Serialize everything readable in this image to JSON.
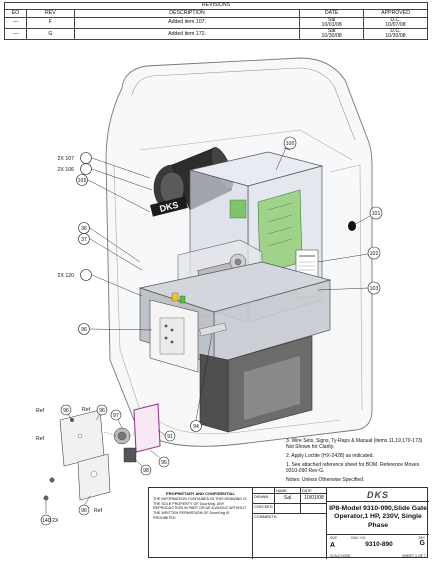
{
  "revisions": {
    "title": "REVISIONS",
    "headers": [
      "EO",
      "REV",
      "DESCRIPTION",
      "DATE",
      "APPROVED"
    ],
    "rows": [
      {
        "eo": "—",
        "rev": "F",
        "description": "Added item 107.",
        "date_by": "Sal",
        "date": "10/01/08",
        "approved": "D.C.",
        "approved_date": "10/07/08"
      },
      {
        "eo": "—",
        "rev": "G",
        "description": "Added item 172.",
        "date_by": "Sal",
        "date": "10/30/08",
        "approved": "D.C.",
        "approved_date": "10/30/08"
      }
    ]
  },
  "logo_text": "DKS",
  "callouts": [
    {
      "id": "c100",
      "label": "100"
    },
    {
      "id": "c107",
      "label": "2X 107"
    },
    {
      "id": "c106",
      "label": "2X 106"
    },
    {
      "id": "c105",
      "label": "105"
    },
    {
      "id": "c101",
      "label": "101"
    },
    {
      "id": "c36",
      "label": "36"
    },
    {
      "id": "c37",
      "label": "37"
    },
    {
      "id": "c120",
      "label": "2X 120"
    },
    {
      "id": "c102",
      "label": "102"
    },
    {
      "id": "c103",
      "label": "103"
    },
    {
      "id": "c96a",
      "label": "96"
    },
    {
      "id": "c94",
      "label": "94"
    },
    {
      "id": "cref1",
      "label": "Ref"
    },
    {
      "id": "c96b",
      "label": "96"
    },
    {
      "id": "c96c",
      "label": "96"
    },
    {
      "id": "cref2",
      "label": "Ref"
    },
    {
      "id": "c97",
      "label": "97"
    },
    {
      "id": "c91",
      "label": "91"
    },
    {
      "id": "cref3",
      "label": "Ref"
    },
    {
      "id": "c95",
      "label": "95"
    },
    {
      "id": "c98",
      "label": "98"
    },
    {
      "id": "c96d",
      "label": "96"
    },
    {
      "id": "cref4",
      "label": "Ref"
    },
    {
      "id": "c140",
      "label": "140 2X"
    }
  ],
  "notes": [
    "3. Wire Sets, Signs, Ty-Raps & Manual (items 11,19,170-173) Not Shown for Clarity.",
    "2. Apply Loctite (HX-2428) as indicated.",
    "1. See attached reference sheet for BOM. Reference Moves 9310-090 Rev-G.",
    "Notes: Unless Otherwise Specified."
  ],
  "title_block": {
    "proprietary_head": "PROPRIETARY AND CONFIDENTIAL",
    "proprietary_body": "THE INFORMATION CONTAINED IN THIS DRAWING IS THE SOLE PROPERTY OF DoorKing. ANY REPRODUCTION IN PART OR AS A WHOLE WITHOUT THE WRITTEN PERMISSION OF DoorKing IS PROHIBITED.",
    "name_header": "NAME",
    "date_header": "DATE",
    "drawn_label": "DRAWN",
    "drawn_name": "Sal",
    "drawn_date": "10/01/08",
    "checked_label": "CHECKED",
    "comments_label": "COMMENTS:",
    "logo": "DKS",
    "title_line1": "IP8-Model 9310-090,Slide Gate",
    "title_line2": "Operator,1 HP, 230V, Single Phase",
    "size_label": "SIZE",
    "size": "A",
    "dwg_label": "DWG. NO.",
    "part_number": "9310-890",
    "rev_label": "REV",
    "rev": "G",
    "scale_label": "SCALE:NONE",
    "sheet": "SHEET 1 OF 7"
  }
}
